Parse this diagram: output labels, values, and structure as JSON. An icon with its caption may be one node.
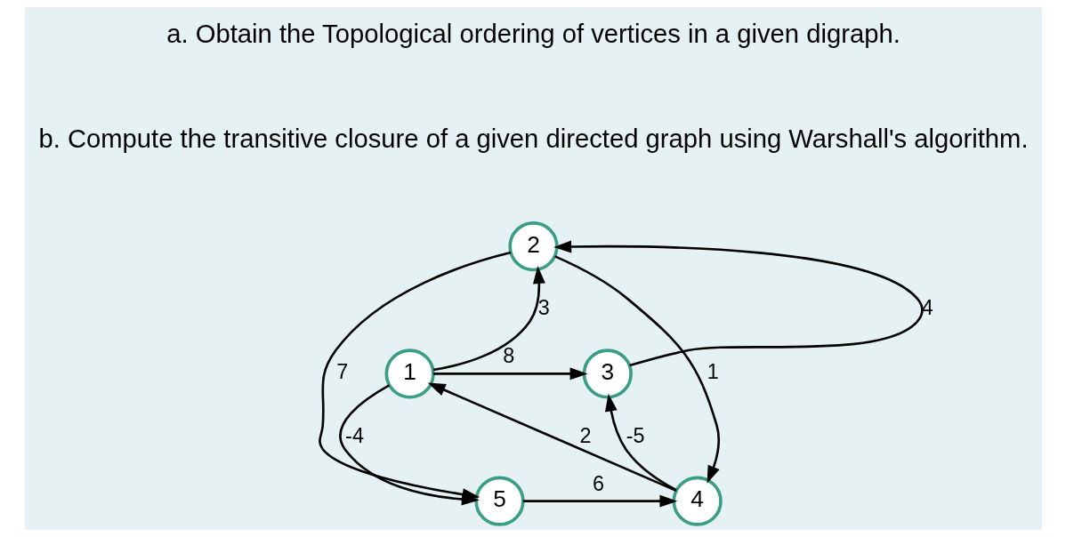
{
  "diagram": {
    "nodes": [
      {
        "text": [
          "2"
        ]
      },
      {
        "text": [
          "1"
        ]
      },
      {
        "text": [
          "3"
        ]
      },
      {
        "text": [
          "5"
        ]
      },
      {
        "text": [
          "4"
        ]
      }
    ],
    "edges": [
      {
        "from": 1,
        "to": 0,
        "arrow": "to",
        "label": "3"
      },
      {
        "from": 0,
        "to": 3,
        "arrow": "to",
        "label": "7"
      },
      {
        "from": 0,
        "to": 4,
        "arrow": "to",
        "label": "1"
      },
      {
        "from": 2,
        "to": 0,
        "arrow": "to",
        "label": "4"
      },
      {
        "from": 1,
        "to": 2,
        "arrow": "to",
        "label": "8"
      },
      {
        "from": 4,
        "to": 1,
        "arrow": "to",
        "label": "2"
      },
      {
        "from": 1,
        "to": 3,
        "arrow": "to",
        "label": "-4"
      },
      {
        "from": 4,
        "to": 2,
        "arrow": "to",
        "label": "-5"
      },
      {
        "from": 3,
        "to": 4,
        "arrow": "to",
        "label": "6"
      }
    ],
    "labels": [
      "a. Obtain the Topological ordering of vertices in a given digraph.",
      "b. Compute the transitive closure of a given directed graph using Warshall's algorithm."
    ]
  }
}
